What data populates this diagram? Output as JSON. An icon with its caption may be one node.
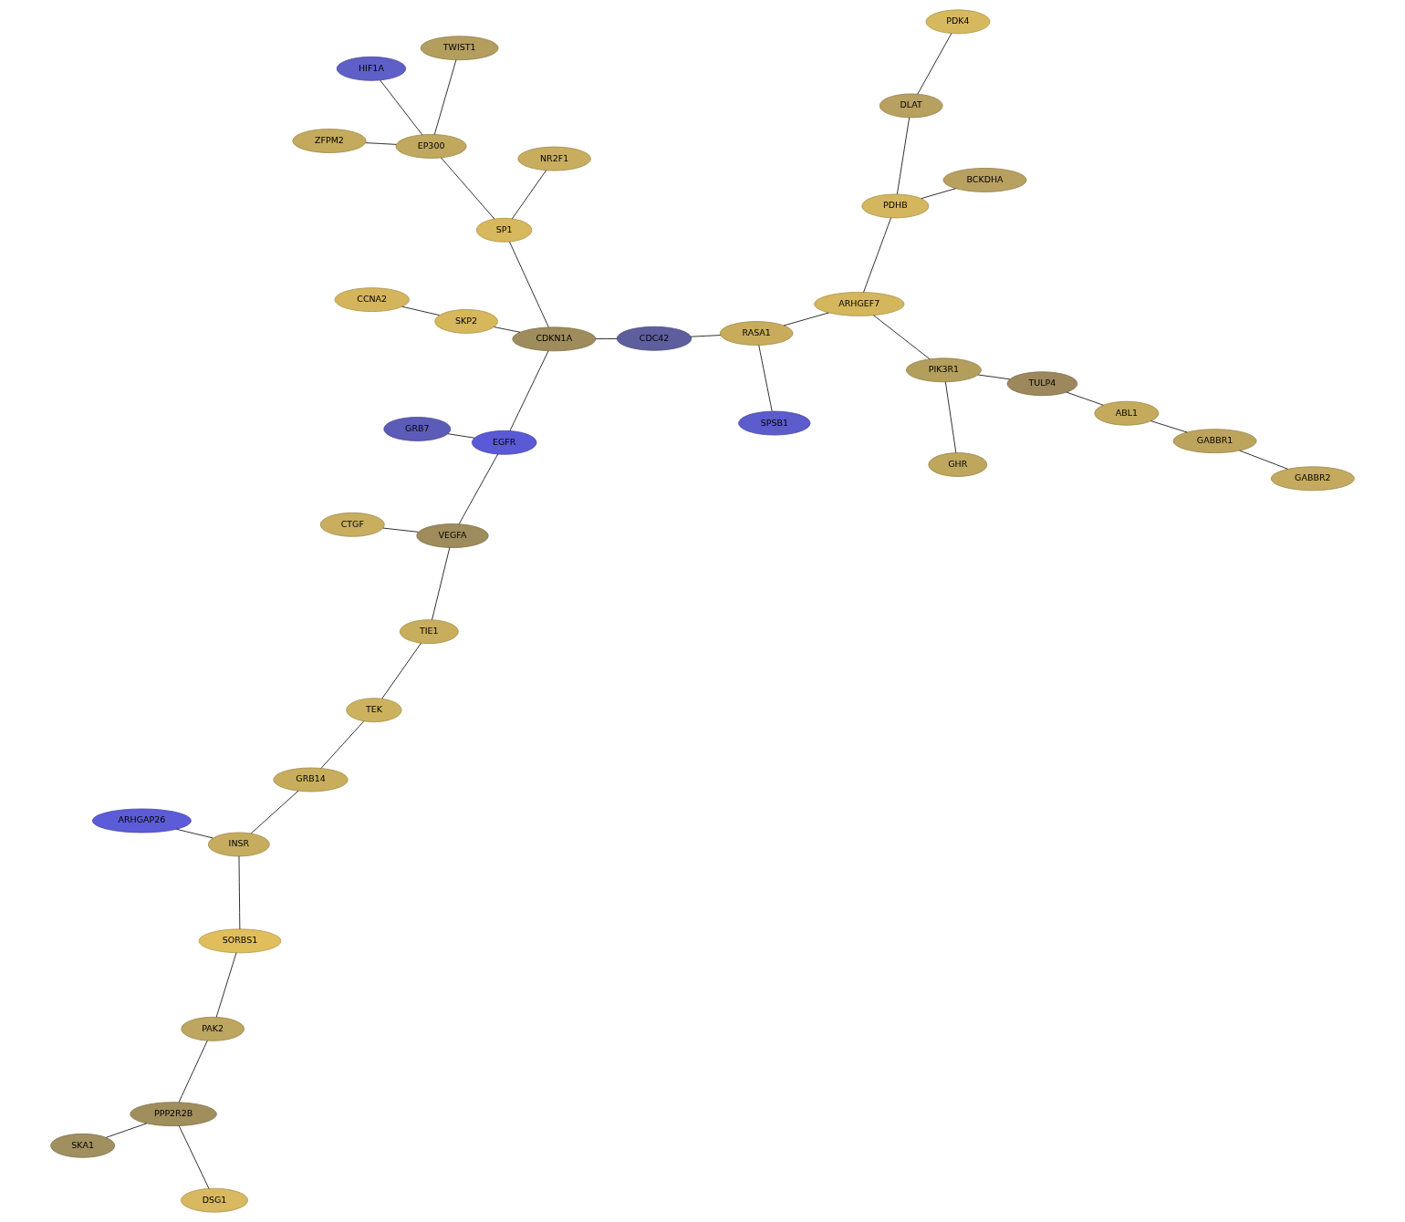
{
  "diagram": {
    "nodes": [
      {
        "text": [
          "PDK4"
        ]
      },
      {
        "text": [
          "HIF1A"
        ]
      },
      {
        "text": [
          "DLAT"
        ]
      },
      {
        "text": [
          "ZFPM2"
        ]
      },
      {
        "text": [
          "CCNA2"
        ]
      },
      {
        "text": [
          "NR2F1"
        ]
      },
      {
        "text": [
          "BCKDHA"
        ]
      },
      {
        "text": [
          "EP300"
        ]
      },
      {
        "text": [
          "TWIST1"
        ]
      },
      {
        "text": [
          "PDHB"
        ]
      },
      {
        "text": [
          "SP1"
        ]
      },
      {
        "text": [
          "SKP2"
        ]
      },
      {
        "text": [
          "ARHGEF7"
        ]
      },
      {
        "text": [
          "CDKN1A"
        ]
      },
      {
        "text": [
          "CDC42"
        ]
      },
      {
        "text": [
          "RASA1"
        ]
      },
      {
        "text": [
          "PIK3R1"
        ]
      },
      {
        "text": [
          "TULP4"
        ]
      },
      {
        "text": [
          "SPSB1"
        ]
      },
      {
        "text": [
          "ABL1"
        ]
      },
      {
        "text": [
          "EGFR"
        ]
      },
      {
        "text": [
          "GABBR1"
        ]
      },
      {
        "text": [
          "GHR"
        ]
      },
      {
        "text": [
          "CTGF"
        ]
      },
      {
        "text": [
          "GABBR2"
        ]
      },
      {
        "text": [
          "VEGFA"
        ]
      },
      {
        "text": [
          "GRB7"
        ]
      },
      {
        "text": [
          "TIE1"
        ]
      },
      {
        "text": [
          "TEK"
        ]
      },
      {
        "text": [
          "GRB14"
        ]
      },
      {
        "text": [
          "ARHGAP26"
        ]
      },
      {
        "text": [
          "INSR"
        ]
      },
      {
        "text": [
          "SORBS1"
        ]
      },
      {
        "text": [
          "PAK2"
        ]
      },
      {
        "text": [
          "PPP2R2B"
        ]
      },
      {
        "text": [
          "SKA1"
        ]
      },
      {
        "text": [
          "DSG1"
        ]
      }
    ],
    "edges": [
      {
        "from": 0,
        "to": 2,
        "arrow": "none"
      },
      {
        "from": 2,
        "to": 9,
        "arrow": "none"
      },
      {
        "from": 9,
        "to": 6,
        "arrow": "none"
      },
      {
        "from": 9,
        "to": 12,
        "arrow": "none"
      },
      {
        "from": 12,
        "to": 15,
        "arrow": "none"
      },
      {
        "from": 12,
        "to": 16,
        "arrow": "none"
      },
      {
        "from": 16,
        "to": 22,
        "arrow": "none"
      },
      {
        "from": 16,
        "to": 17,
        "arrow": "none"
      },
      {
        "from": 17,
        "to": 19,
        "arrow": "none"
      },
      {
        "from": 19,
        "to": 21,
        "arrow": "none"
      },
      {
        "from": 21,
        "to": 24,
        "arrow": "none"
      },
      {
        "from": 15,
        "to": 18,
        "arrow": "none"
      },
      {
        "from": 15,
        "to": 14,
        "arrow": "none"
      },
      {
        "from": 14,
        "to": 13,
        "arrow": "none"
      },
      {
        "from": 13,
        "to": 10,
        "arrow": "none"
      },
      {
        "from": 13,
        "to": 11,
        "arrow": "none"
      },
      {
        "from": 11,
        "to": 4,
        "arrow": "none"
      },
      {
        "from": 10,
        "to": 5,
        "arrow": "none"
      },
      {
        "from": 10,
        "to": 7,
        "arrow": "none"
      },
      {
        "from": 7,
        "to": 1,
        "arrow": "none"
      },
      {
        "from": 7,
        "to": 3,
        "arrow": "none"
      },
      {
        "from": 7,
        "to": 8,
        "arrow": "none"
      },
      {
        "from": 13,
        "to": 20,
        "arrow": "none"
      },
      {
        "from": 20,
        "to": 25,
        "arrow": "none"
      },
      {
        "from": 20,
        "to": 26,
        "arrow": "none"
      },
      {
        "from": 25,
        "to": 23,
        "arrow": "none"
      },
      {
        "from": 25,
        "to": 27,
        "arrow": "none"
      },
      {
        "from": 27,
        "to": 28,
        "arrow": "none"
      },
      {
        "from": 28,
        "to": 29,
        "arrow": "none"
      },
      {
        "from": 29,
        "to": 31,
        "arrow": "none"
      },
      {
        "from": 31,
        "to": 30,
        "arrow": "none"
      },
      {
        "from": 31,
        "to": 32,
        "arrow": "none"
      },
      {
        "from": 32,
        "to": 33,
        "arrow": "none"
      },
      {
        "from": 33,
        "to": 34,
        "arrow": "none"
      },
      {
        "from": 34,
        "to": 35,
        "arrow": "none"
      },
      {
        "from": 34,
        "to": 36,
        "arrow": "none"
      }
    ]
  }
}
